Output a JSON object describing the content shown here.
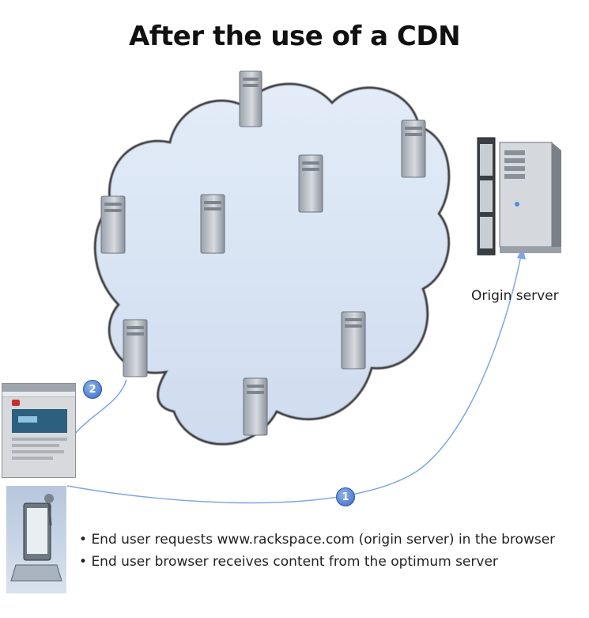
{
  "title": "After  the use of a CDN",
  "origin_label": "Origin server",
  "bullets": [
    "End user requests www.rackspace.com (origin server) in the browser",
    "End user browser receives content from the optimum server"
  ],
  "badges": {
    "one": "1",
    "two": "2"
  },
  "colors": {
    "cloud_fill": "#dbe6f5",
    "cloud_edge": "#3c3c3c",
    "arrow": "#7ea6e0",
    "badge": "#3b69c4"
  },
  "icons": {
    "cdn_server": "server-tower-icon",
    "origin_server": "server-rack-icon",
    "browser": "browser-window-icon",
    "user": "laptop-user-icon"
  }
}
